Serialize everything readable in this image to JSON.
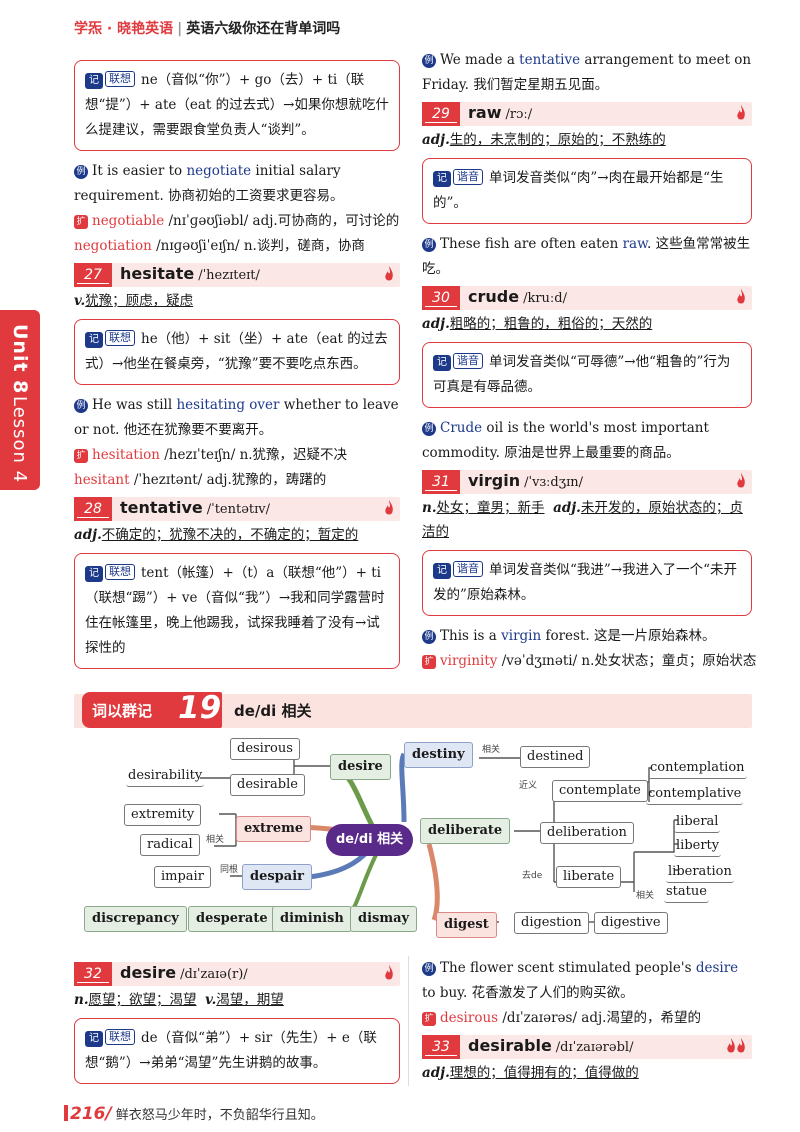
{
  "header": {
    "brand": "学炁 · 晓艳英语",
    "title": "英语六级你还在背单词吗"
  },
  "side_tab": {
    "unit": "Unit 8",
    "lesson": "Lesson 4"
  },
  "left": {
    "box_negotiate": {
      "tag": "联想",
      "text": "ne（音似“你”）+ go（去）+ ti（联想“提”）+ ate（eat 的过去式）→如果你想就吃什么提建议，需要跟食堂负责人“谈判”。"
    },
    "ex_negotiate": {
      "pre": "It is easier to ",
      "kw": "negotiate",
      "post": " initial salary requirement. 协商初始的工资要求更容易。"
    },
    "deriv_negotiable": {
      "w": "negotiable",
      "rest": " /nɪˈɡəʊʃiəbl/ adj.可协商的，可讨论的"
    },
    "deriv_negotiation": {
      "w": "negotiation",
      "rest": " /nɪɡəʊʃiˈeɪʃn/ n.谈判，磋商，协商"
    },
    "w27": {
      "num": "27",
      "word": "hesitate",
      "ph": "/ˈhezɪteɪt/"
    },
    "def27": {
      "pos": "v.",
      "text": "犹豫；顾虑，疑虑"
    },
    "box_hesitate": {
      "tag": "联想",
      "text": "he（他）+ sit（坐）+ ate（eat 的过去式）→他坐在餐桌旁，“犹豫”要不要吃点东西。"
    },
    "ex_hesitate": {
      "pre": "He was still ",
      "kw": "hesitating over",
      "post": " whether to leave or not. 他还在犹豫要不要离开。"
    },
    "deriv_hesitation": {
      "w": "hesitation",
      "rest": " /hezɪˈteɪʃn/ n.犹豫，迟疑不决"
    },
    "deriv_hesitant": {
      "w": "hesitant",
      "rest": " /ˈhezɪtənt/ adj.犹豫的，踌躇的"
    },
    "w28": {
      "num": "28",
      "word": "tentative",
      "ph": "/ˈtentətɪv/"
    },
    "def28": {
      "pos": "adj.",
      "text": "不确定的；犹豫不决的，不确定的；暂定的"
    },
    "box_tentative": {
      "tag": "联想",
      "text": "tent（帐篷）+（t）a（联想“他”）+ ti（联想“踢”）+ ve（音似“我”）→我和同学露营时住在帐篷里，晚上他踢我，试探我睡着了没有→试探性的"
    }
  },
  "right": {
    "ex_tentative": {
      "pre": "We made a ",
      "kw": "tentative",
      "post": " arrangement to meet on Friday. 我们暂定星期五见面。"
    },
    "w29": {
      "num": "29",
      "word": "raw",
      "ph": "/rɔː/"
    },
    "def29": {
      "pos": "adj.",
      "text": "生的，未烹制的；原始的；不熟练的"
    },
    "box_raw": {
      "tag": "谐音",
      "text": "单词发音类似“肉”→肉在最开始都是“生的”。"
    },
    "ex_raw": {
      "pre": "These fish are often eaten ",
      "kw": "raw",
      "post": ". 这些鱼常常被生吃。"
    },
    "w30": {
      "num": "30",
      "word": "crude",
      "ph": "/kruːd/"
    },
    "def30": {
      "pos": "adj.",
      "text": "粗略的；粗鲁的，粗俗的；天然的"
    },
    "box_crude": {
      "tag": "谐音",
      "text": "单词发音类似“可辱德”→他“粗鲁的”行为可真是有辱品德。"
    },
    "ex_crude": {
      "pre": "",
      "kw": "Crude",
      "post": " oil is the world's most important commodity. 原油是世界上最重要的商品。"
    },
    "w31": {
      "num": "31",
      "word": "virgin",
      "ph": "/ˈvɜːdʒɪn/"
    },
    "def31": {
      "pos": "n.",
      "text": "处女；童男；新手",
      "pos2": "adj.",
      "text2": "未开发的，原始状态的；贞洁的"
    },
    "box_virgin": {
      "tag": "谐音",
      "text": "单词发音类似“我进”→我进入了一个“未开发的”原始森林。"
    },
    "ex_virgin": {
      "pre": "This is a ",
      "kw": "virgin",
      "post": " forest. 这是一片原始森林。"
    },
    "deriv_virginity": {
      "w": "virginity",
      "rest": " /vəˈdʒɪnəti/ n.处女状态；童贞；原始状态"
    }
  },
  "section": {
    "label": "词以群记",
    "num": "19",
    "title": "de/di 相关"
  },
  "mindmap": {
    "center": "de/di 相关",
    "nodes": {
      "desirous": "desirous",
      "desirability": "desirability",
      "desirable": "desirable",
      "desire": "desire",
      "destiny": "destiny",
      "destined": "destined",
      "rel1": "相关",
      "extremity": "extremity",
      "radical": "radical",
      "extreme": "extreme",
      "rel2": "相关",
      "contemplate": "contemplate",
      "contemplation": "contemplation",
      "contemplative": "contemplative",
      "syn": "近义",
      "deliberate": "deliberate",
      "deliberation": "deliberation",
      "liberal": "liberal",
      "liberty": "liberty",
      "liberation": "liberation",
      "liberate": "liberate",
      "statue": "statue",
      "dede": "去de",
      "rel3": "相关",
      "impair": "impair",
      "despair": "despair",
      "samer": "同根",
      "discrepancy": "discrepancy",
      "desperate": "desperate",
      "diminish": "diminish",
      "dismay": "dismay",
      "digest": "digest",
      "digestion": "digestion",
      "digestive": "digestive"
    }
  },
  "bottom_left": {
    "w32": {
      "num": "32",
      "word": "desire",
      "ph": "/dɪˈzaɪə(r)/"
    },
    "def32": {
      "pos": "n.",
      "text": "愿望；欲望；渴望",
      "pos2": "v.",
      "text2": "渴望，期望"
    },
    "box_desire": {
      "tag": "联想",
      "text": "de（音似“弟”）+ sir（先生）+ e（联想“鹅”）→弟弟“渴望”先生讲鹅的故事。"
    }
  },
  "bottom_right": {
    "ex_desire": {
      "pre": "The flower scent stimulated people's ",
      "kw": "desire",
      "post": " to buy. 花香激发了人们的购买欲。"
    },
    "deriv_desirous": {
      "w": "desirous",
      "rest": " /dɪˈzaɪərəs/ adj.渴望的，希望的"
    },
    "w33": {
      "num": "33",
      "word": "desirable",
      "ph": "/dɪˈzaɪərəbl/"
    },
    "def33": {
      "pos": "adj.",
      "text": "理想的；值得拥有的；值得做的"
    }
  },
  "footer": {
    "page": "216/",
    "motto": "鲜衣怒马少年时，不负韶华行且知。"
  }
}
